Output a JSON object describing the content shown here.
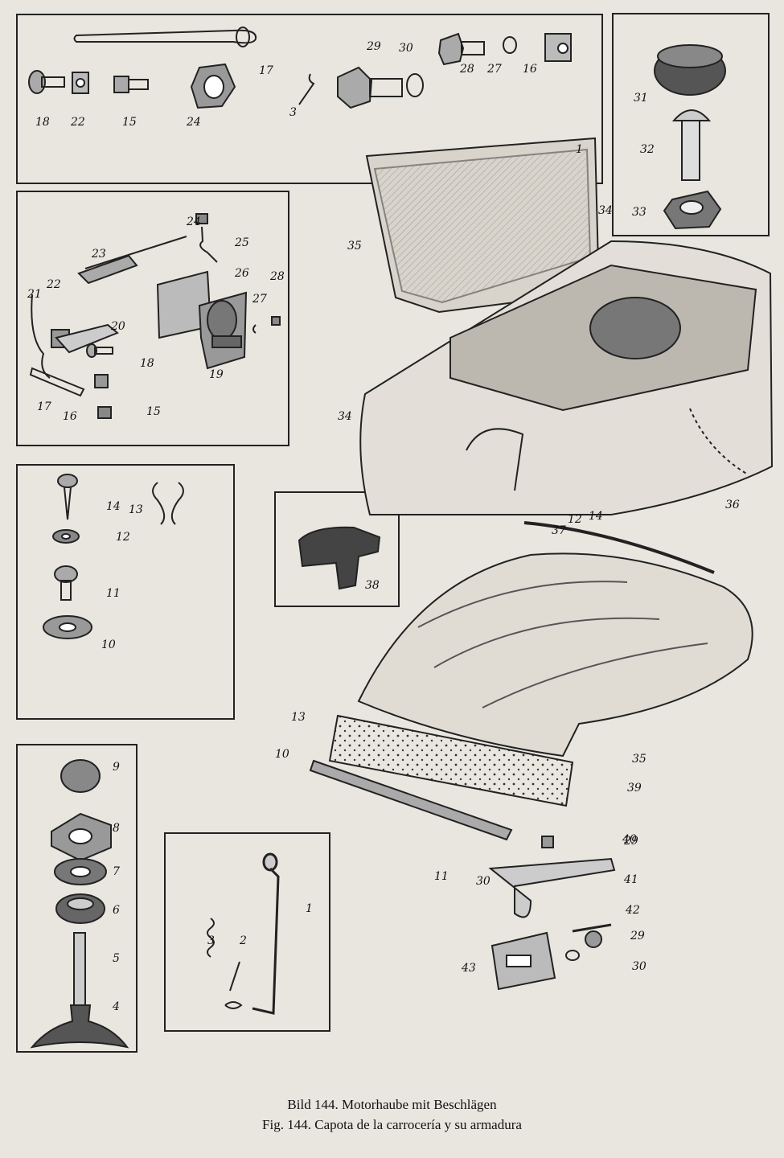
{
  "caption": {
    "line1": "Bild 144. Motorhaube mit Beschlägen",
    "line2": "Fig. 144. Capota de la carrocería y su armadura"
  },
  "panels": {
    "top_strip": [
      "17",
      "18",
      "22",
      "15",
      "24",
      "3",
      "29",
      "30",
      "28",
      "27",
      "16"
    ],
    "knob": [
      "31",
      "32",
      "33"
    ],
    "hinge": [
      "24",
      "25",
      "23",
      "26",
      "27",
      "28",
      "21",
      "22",
      "20",
      "18",
      "19",
      "17",
      "16",
      "15"
    ],
    "fasteners": [
      "14",
      "13",
      "12",
      "11",
      "10"
    ],
    "knob_small": [
      "38"
    ],
    "stack": [
      "9",
      "8",
      "7",
      "6",
      "5",
      "4"
    ],
    "rod": [
      "1",
      "3",
      "2"
    ]
  },
  "main_callouts": [
    "1",
    "34",
    "35",
    "34",
    "36",
    "37",
    "12",
    "14",
    "13",
    "10",
    "35",
    "39",
    "40",
    "11",
    "29",
    "30",
    "41",
    "42",
    "29",
    "30",
    "43"
  ]
}
